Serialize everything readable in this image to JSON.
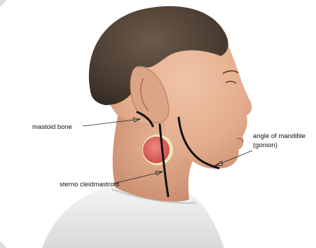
{
  "labels": {
    "mastoid": "mastoid bone",
    "angle_line1": "angle of mandible",
    "angle_line2": "(gonion)",
    "sterno": "sterno cleidmastroid"
  },
  "colors": {
    "background": "#ffffff",
    "skin": "#e8b99c",
    "skin_shadow": "#c98f73",
    "hair": "#4a3a2e",
    "shirt": "#efefef",
    "marker_line": "#111111",
    "node_fill": "#e06f66",
    "node_ring": "#f2e6b8"
  },
  "icons": {
    "figure": "head-neck-illustration",
    "lymph_node": "lymph-node-marker"
  }
}
